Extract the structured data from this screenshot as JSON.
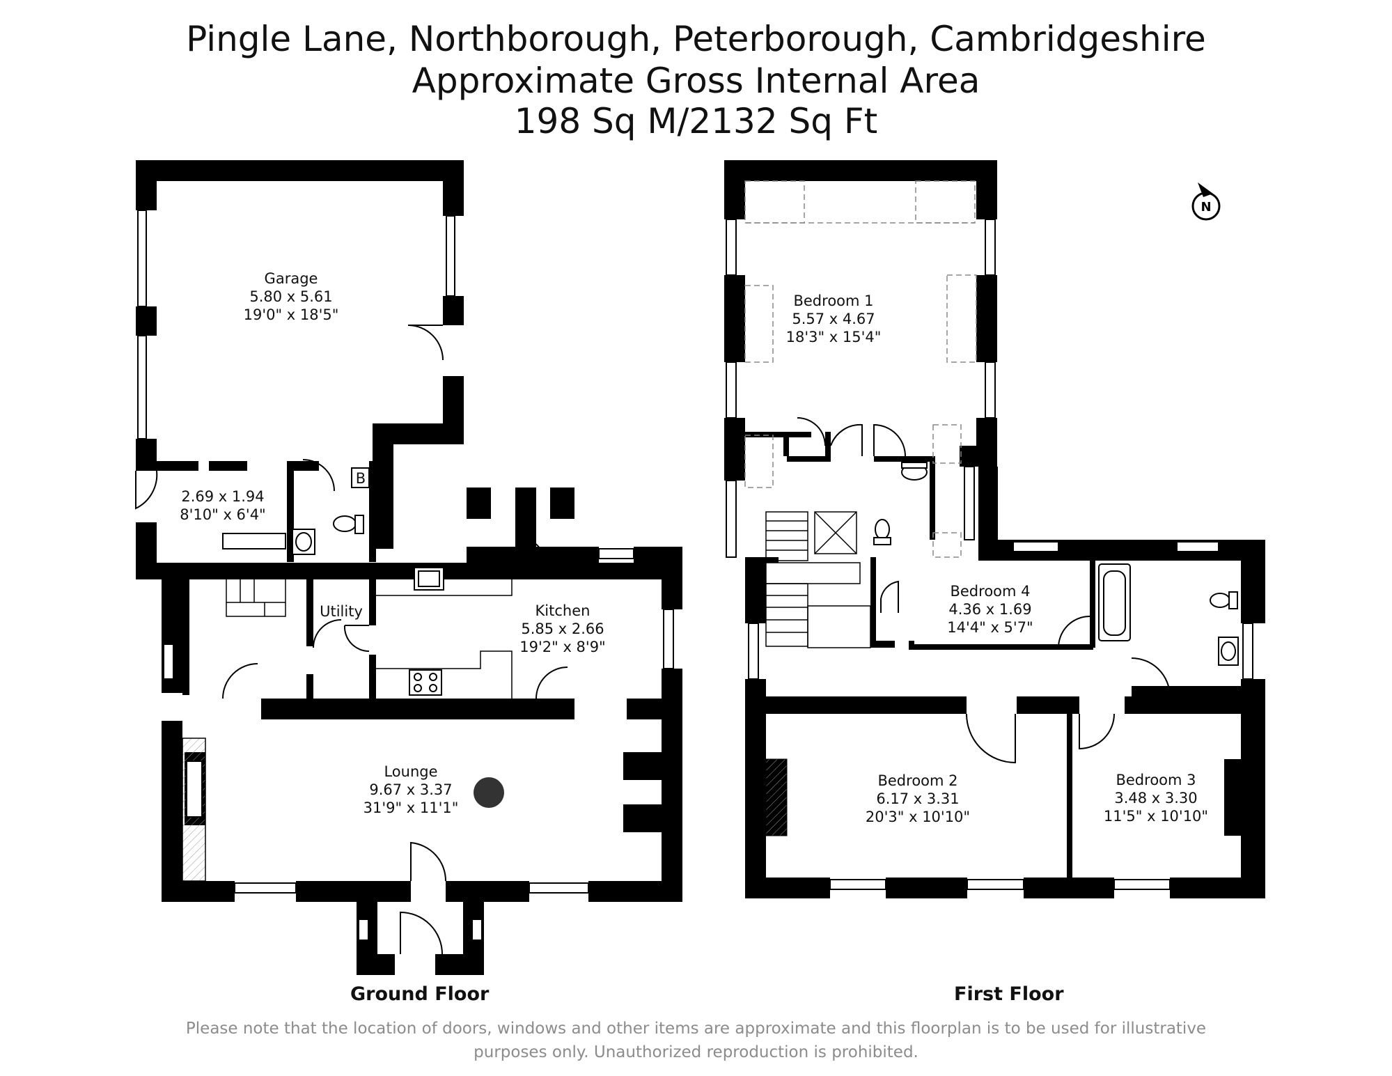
{
  "header": {
    "address": "Pingle Lane, Northborough, Peterborough, Cambridgeshire",
    "area_title": "Approximate Gross Internal Area",
    "area_value": "198 Sq M/2132 Sq Ft"
  },
  "compass": {
    "letter": "N",
    "icon": "north-compass-icon"
  },
  "ground_floor": {
    "label": "Ground Floor",
    "rooms": {
      "garage": {
        "name": "Garage",
        "metric": "5.80 x 5.61",
        "imperial": "19'0\" x 18'5\""
      },
      "lobby": {
        "metric": "2.69 x 1.94",
        "imperial": "8'10\" x 6'4\""
      },
      "boiler": {
        "name": "B"
      },
      "utility": {
        "name": "Utility"
      },
      "kitchen": {
        "name": "Kitchen",
        "metric": "5.85 x 2.66",
        "imperial": "19'2\" x 8'9\""
      },
      "lounge": {
        "name": "Lounge",
        "metric": "9.67 x 3.37",
        "imperial": "31'9\" x 11'1\""
      }
    }
  },
  "first_floor": {
    "label": "First Floor",
    "rooms": {
      "bedroom1": {
        "name": "Bedroom 1",
        "metric": "5.57 x 4.67",
        "imperial": "18'3\" x 15'4\""
      },
      "bedroom4": {
        "name": "Bedroom 4",
        "metric": "4.36 x 1.69",
        "imperial": "14'4\" x 5'7\""
      },
      "bedroom2": {
        "name": "Bedroom 2",
        "metric": "6.17 x 3.31",
        "imperial": "20'3\" x 10'10\""
      },
      "bedroom3": {
        "name": "Bedroom 3",
        "metric": "3.48 x 3.30",
        "imperial": "11'5\" x 10'10\""
      }
    }
  },
  "footer": {
    "disclaimer_line1": "Please note that the location of doors, windows and other items are approximate and this floorplan is to be used for illustrative",
    "disclaimer_line2": "purposes only. Unauthorized reproduction is prohibited."
  }
}
